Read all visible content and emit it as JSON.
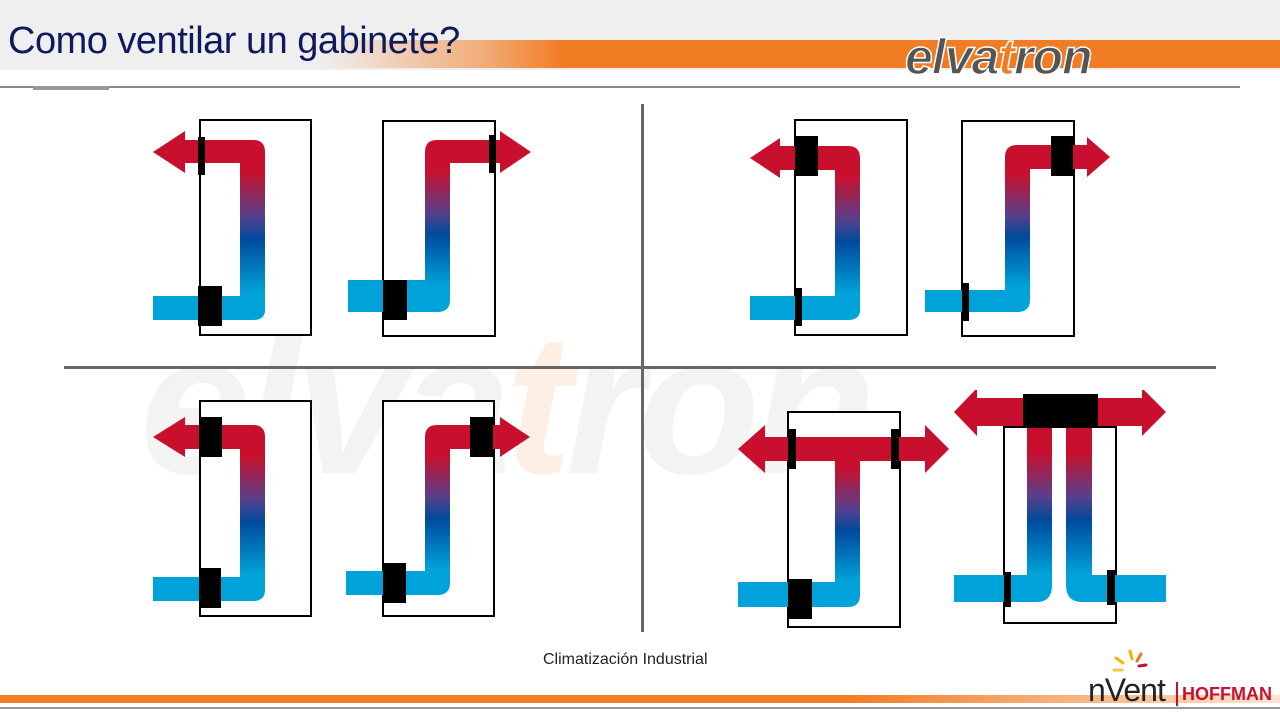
{
  "header": {
    "title": "Como ventilar un gabinete?",
    "logo_prefix": "elva",
    "logo_accent": "t",
    "logo_suffix": "ron"
  },
  "watermark": {
    "prefix": "elva",
    "accent": "t",
    "suffix": "ron"
  },
  "footer": {
    "caption": "Climatización Industrial",
    "brand_word": "nVent",
    "brand_sub": "HOFFMAN"
  },
  "colors": {
    "title": "#0f1a5c",
    "orange": "#f27c24",
    "hot_air": "#c8102e",
    "mid_air": "#004a9c",
    "cool_air": "#00a3d9",
    "divider": "#666666",
    "brand_red": "#c8102e"
  },
  "diagrams": [
    {
      "quadrant": "top-left",
      "figure": 1,
      "exhaust": "left",
      "intake_device": "large",
      "exhaust_device": "thin"
    },
    {
      "quadrant": "top-left",
      "figure": 2,
      "exhaust": "right",
      "intake_device": "large",
      "exhaust_device": "thin"
    },
    {
      "quadrant": "top-right",
      "figure": 1,
      "exhaust": "left",
      "intake_device": "thin",
      "exhaust_device": "large"
    },
    {
      "quadrant": "top-right",
      "figure": 2,
      "exhaust": "right",
      "intake_device": "thin",
      "exhaust_device": "large"
    },
    {
      "quadrant": "bottom-left",
      "figure": 1,
      "exhaust": "left",
      "intake_device": "large",
      "exhaust_device": "large"
    },
    {
      "quadrant": "bottom-left",
      "figure": 2,
      "exhaust": "right",
      "intake_device": "large",
      "exhaust_device": "large"
    },
    {
      "quadrant": "bottom-right",
      "figure": 1,
      "exhaust": "both-sides",
      "intake_device": "large",
      "exhaust_device": "thin-pair"
    },
    {
      "quadrant": "bottom-right",
      "figure": 2,
      "exhaust": "top-both-sides",
      "intake_device": "thin-pair",
      "exhaust_device": "roof-unit"
    }
  ]
}
